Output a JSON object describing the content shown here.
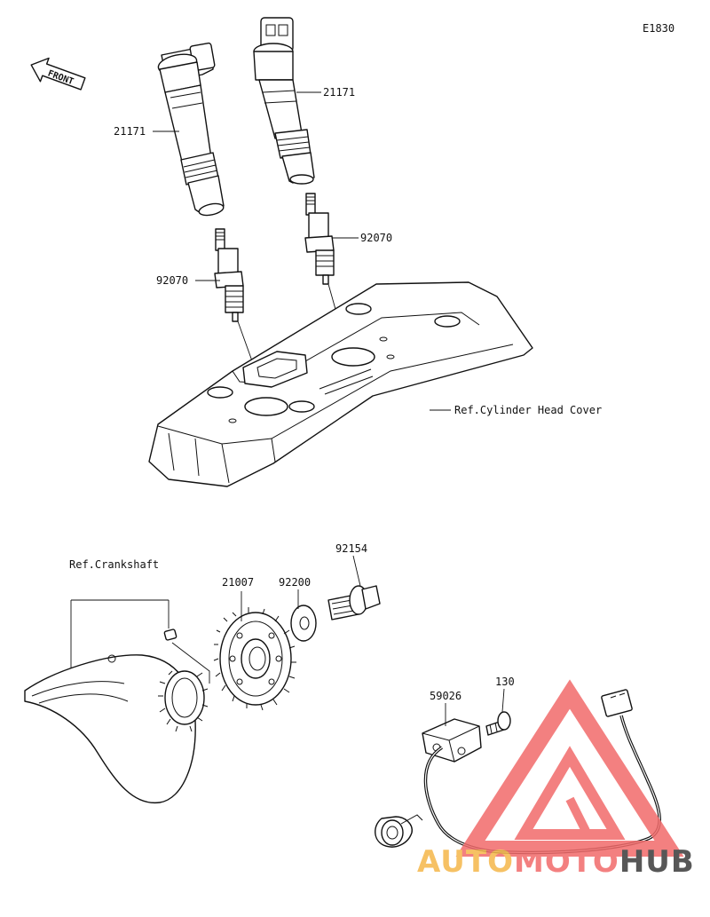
{
  "diagram_code": "E1830",
  "front_label": "FRONT",
  "labels": {
    "coil_left": "21171",
    "coil_right": "21171",
    "plug_left": "92070",
    "plug_right": "92070",
    "head_cover": "Ref.Cylinder Head Cover",
    "crankshaft": "Ref.Crankshaft",
    "rotor": "21007",
    "washer": "92200",
    "bolt": "92154",
    "sensor": "59026",
    "screw": "130"
  },
  "watermark": {
    "part_1": "AUTO",
    "part_2": "MOTO",
    "part_3": "HUB",
    "color_primary": "#f26b6b",
    "color_secondary": "#f5b74a",
    "color_dark": "#3a3a3a"
  }
}
